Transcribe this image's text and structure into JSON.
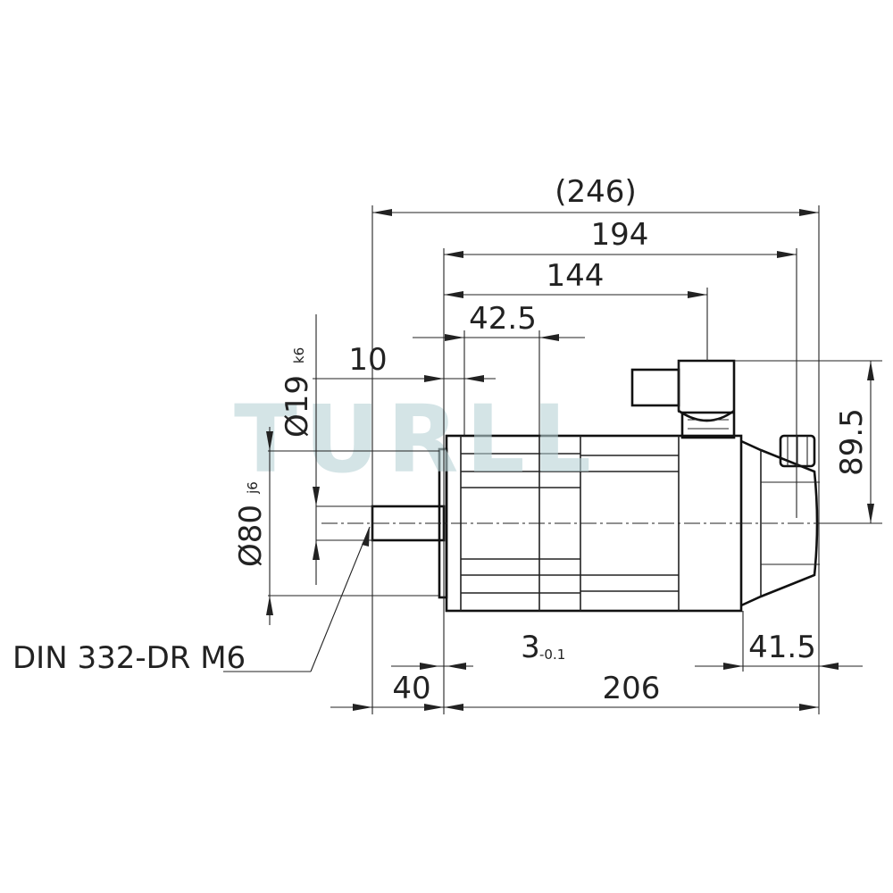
{
  "watermark": "TURLL",
  "dimensions": {
    "overall_length": "(246)",
    "body_length": "194",
    "connector_position": "144",
    "flange_section": "42.5",
    "shaft_key_offset": "10",
    "shaft_diameter": "Ø19",
    "shaft_tolerance": "k6",
    "pilot_diameter": "Ø80",
    "pilot_tolerance": "j6",
    "height": "89.5",
    "flange_thickness": "3",
    "flange_thickness_tolerance": "-0.1",
    "rear_length": "41.5",
    "shaft_length": "40",
    "motor_length": "206"
  },
  "callout": "DIN 332-DR M6"
}
